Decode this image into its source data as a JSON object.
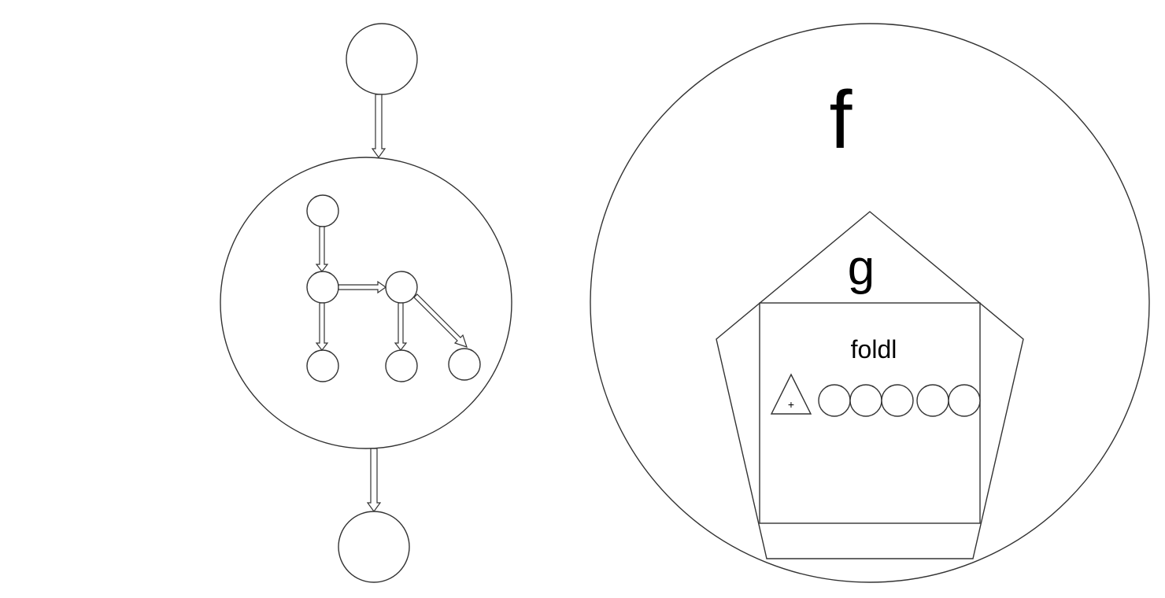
{
  "labels": {
    "f": "f",
    "g": "g",
    "foldl": "foldl",
    "plus": "+"
  },
  "colors": {
    "stroke": "#333333",
    "background": "#ffffff",
    "text": "#000000"
  }
}
